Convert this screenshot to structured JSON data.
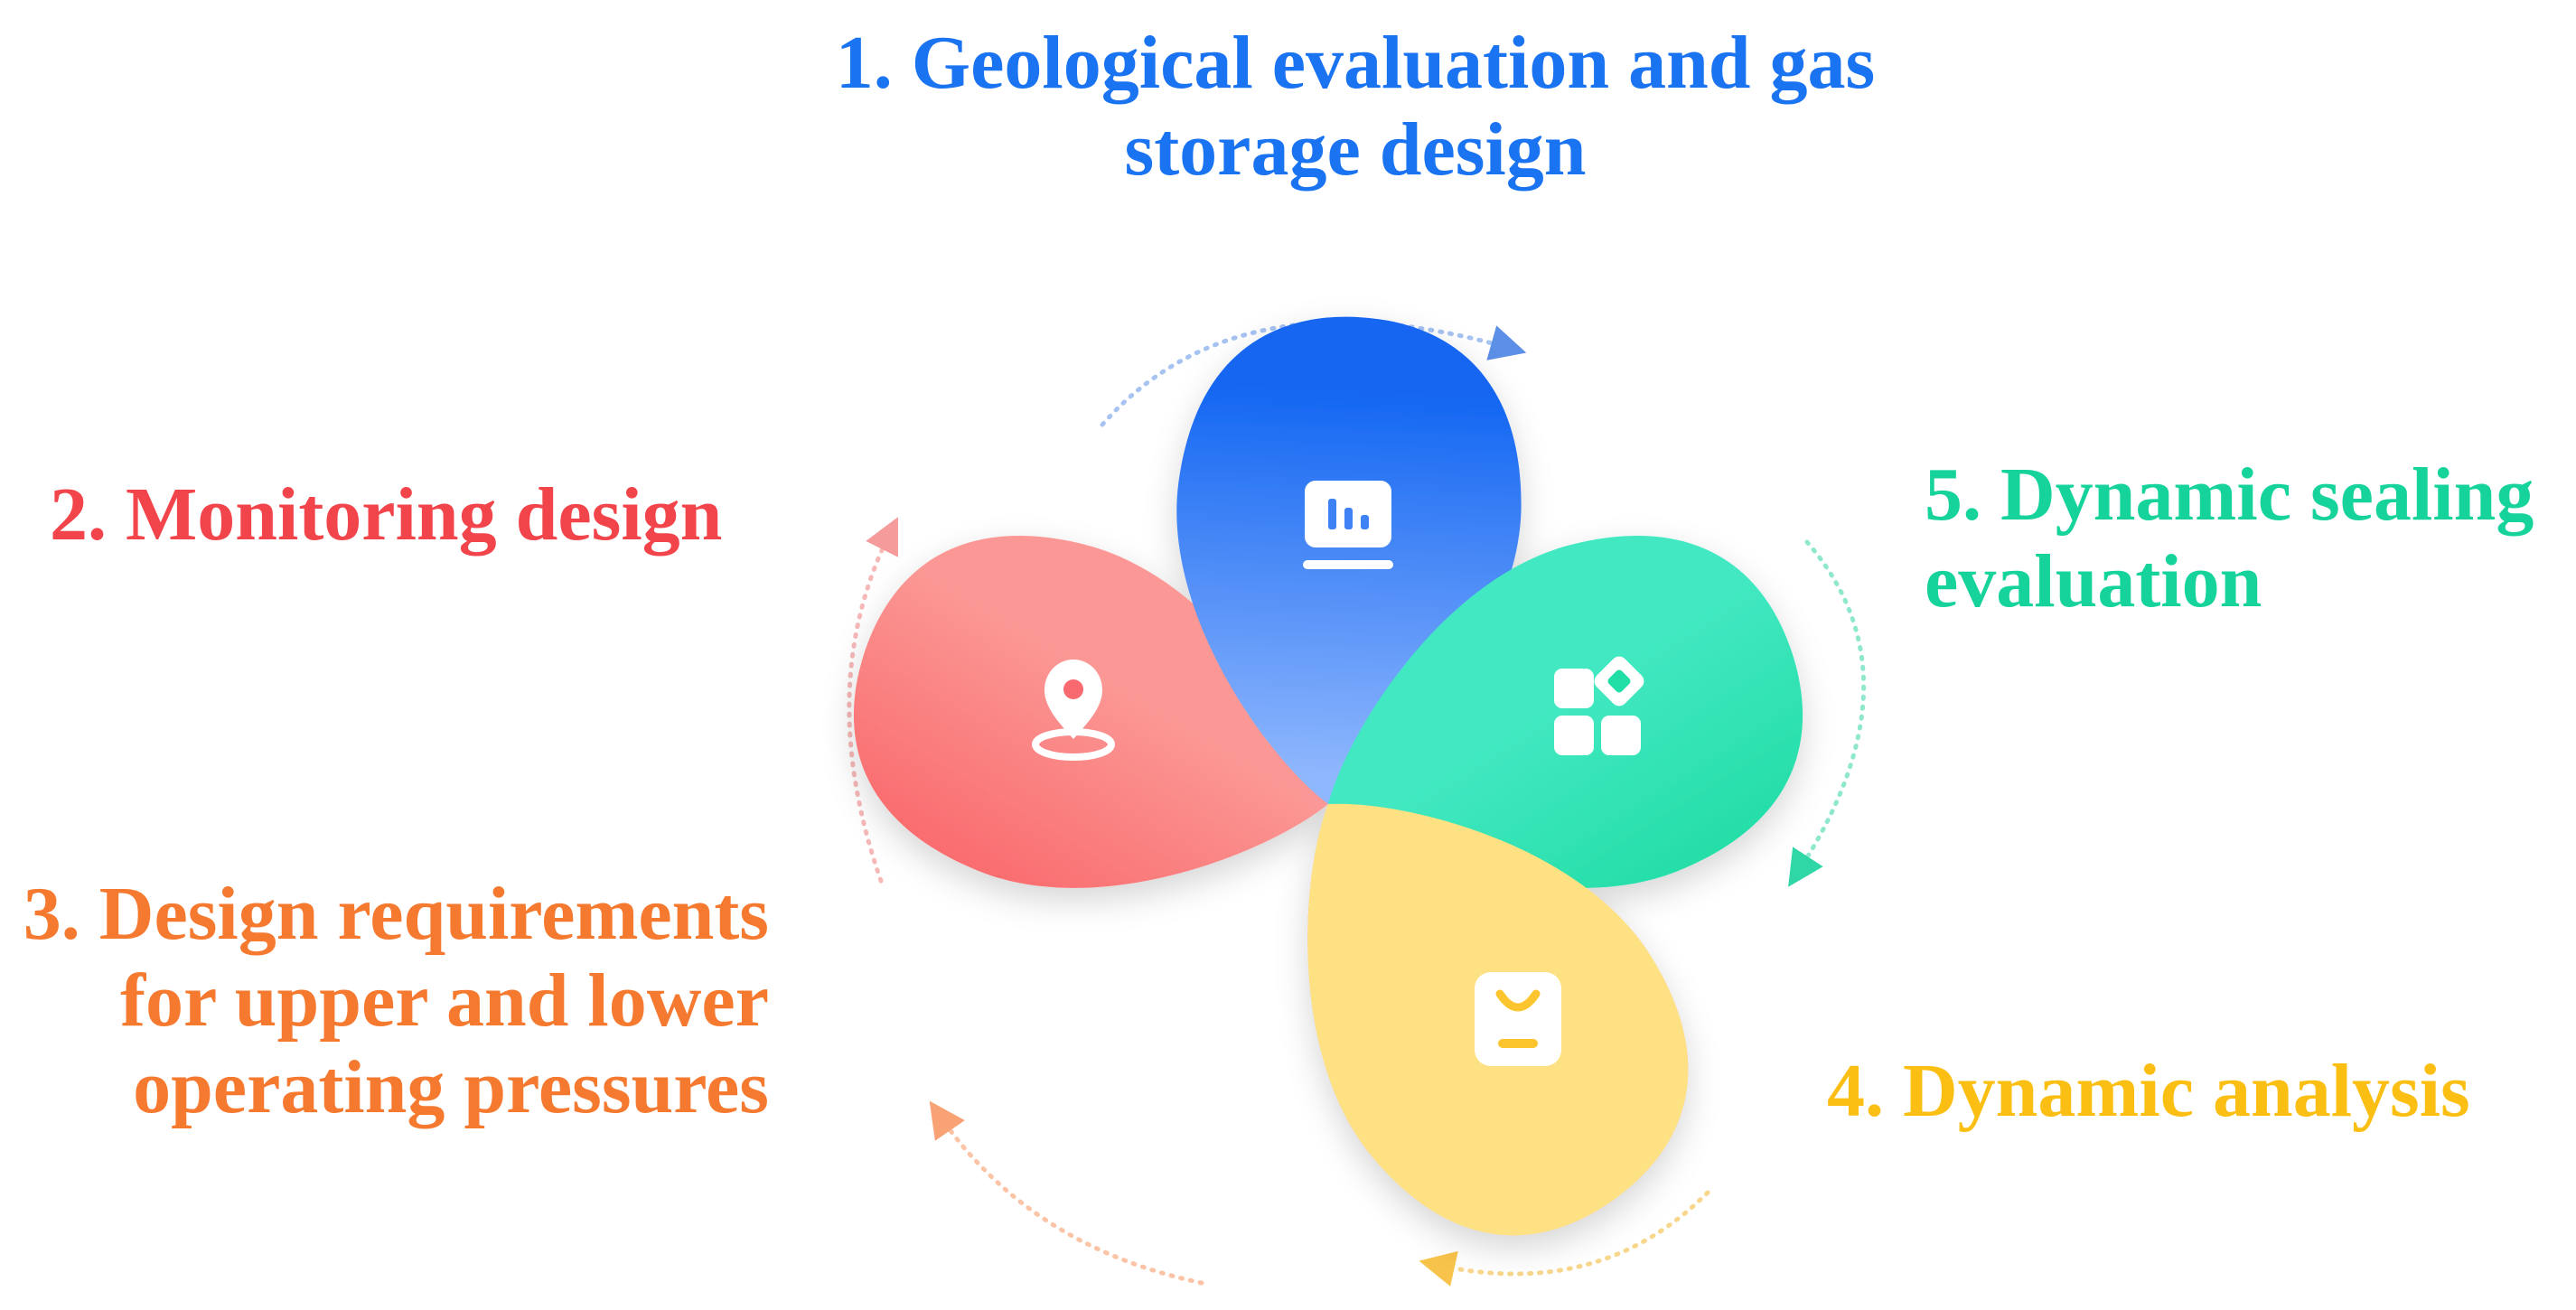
{
  "steps": [
    {
      "id": 1,
      "lines": [
        "1. Geological evaluation and gas",
        "storage design"
      ],
      "color": "#1a73f0",
      "grad_from": "#1366f2",
      "grad_to": "#8fb7fd",
      "icon": "monitor-chart-icon"
    },
    {
      "id": 2,
      "lines": [
        "2. Monitoring design"
      ],
      "color": "#f2454b",
      "grad_from": "#f8454c",
      "grad_to": "#fb9895",
      "icon": "location-pin-icon"
    },
    {
      "id": 3,
      "lines": [
        "3. Design requirements",
        "for upper and lower",
        "operating pressures"
      ],
      "color": "#f5792f",
      "grad_from": "#ff7322",
      "grad_to": "#fbae86",
      "icon": "users-icon"
    },
    {
      "id": 4,
      "lines": [
        "4. Dynamic analysis"
      ],
      "color": "#fbbf14",
      "grad_from": "#ffc400",
      "grad_to": "#fde182",
      "icon": "shopping-bag-icon"
    },
    {
      "id": 5,
      "lines": [
        "5. Dynamic sealing",
        "evaluation"
      ],
      "color": "#16d39c",
      "grad_from": "#0fd695",
      "grad_to": "#42e8c1",
      "icon": "apps-grid-icon"
    }
  ]
}
